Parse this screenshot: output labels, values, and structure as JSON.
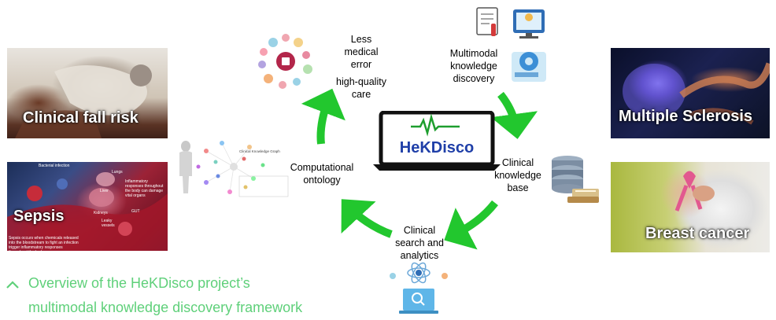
{
  "tiles": {
    "fall": "Clinical fall risk",
    "sepsis": "Sepsis",
    "ms": "Multiple Sclerosis",
    "breast": "Breast cancer"
  },
  "sepsis_small": {
    "bacterial": "Bacterial infection",
    "lungs": "Lungs",
    "liver": "Liver",
    "kidneys": "Kidneys",
    "gut": "GUT",
    "leaky": "Leaky vessels",
    "inflam": "Inflammatory responses throughout the body can damage vital organs",
    "bottom": "Sepsis occurs when chemicals released into the bloodstream to fight an infection trigger inflammatory responses throughout the body."
  },
  "cycle": {
    "less_error": [
      "Less",
      "medical",
      "error"
    ],
    "hq_care": [
      "high-quality",
      "care"
    ],
    "mkd": [
      "Multimodal",
      "knowledge",
      "discovery"
    ],
    "ckb": [
      "Clinical",
      "knowledge",
      "base"
    ],
    "csa": [
      "Clinical",
      "search and",
      "analytics"
    ],
    "onto": [
      "Computational",
      "ontology"
    ]
  },
  "center": {
    "logo": "HeKDisco"
  },
  "graph_title": "Clinical Knowledge Graph",
  "caption": {
    "line1": "Overview of the HeKDisco project’s",
    "line2": "multimodal knowledge discovery framework"
  },
  "colors": {
    "arrow": "#22c72e",
    "caption": "#5fd07a",
    "logo_blue": "#1f3fa8",
    "pulse": "#1e9e2e"
  }
}
